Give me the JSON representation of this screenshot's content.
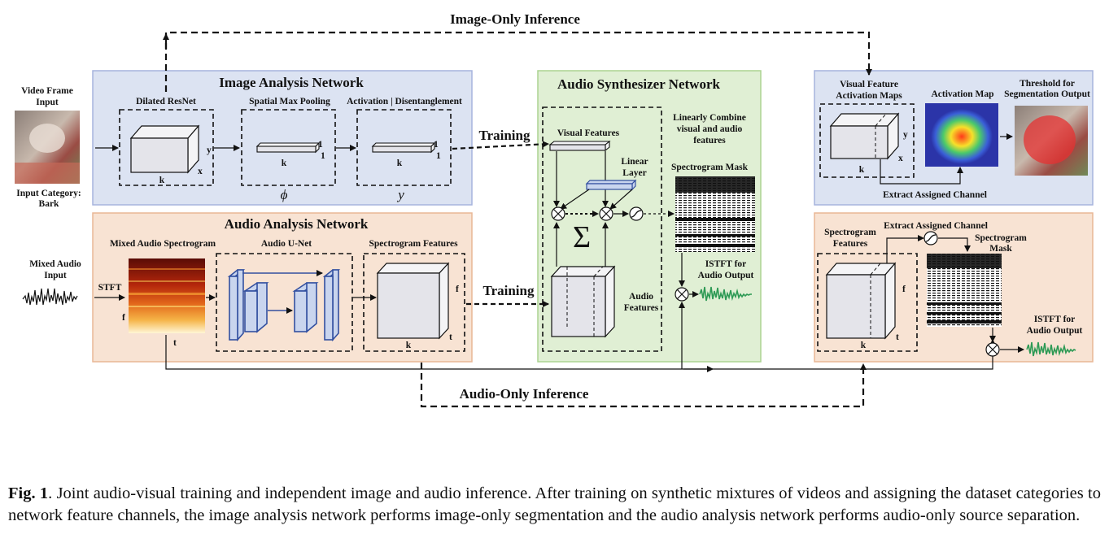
{
  "figure": {
    "inference_top": "Image-Only Inference",
    "inference_bottom": "Audio-Only Inference",
    "training": "Training",
    "image_net": {
      "title": "Image Analysis Network",
      "input_label_1": "Video Frame",
      "input_label_2": "Input",
      "category_1": "Input Category:",
      "category_2": "Bark",
      "resnet": "Dilated ResNet",
      "pooling": "Spatial Max Pooling",
      "activation": "Activation | Disentanglement",
      "phi": "ϕ",
      "gamma": "y",
      "k": "k",
      "x": "x",
      "y": "y",
      "one": "1"
    },
    "audio_net": {
      "title": "Audio Analysis Network",
      "input_label_1": "Mixed Audio",
      "input_label_2": "Input",
      "stft": "STFT",
      "spectrogram": "Mixed Audio Spectrogram",
      "unet": "Audio U-Net",
      "features": "Spectrogram Features",
      "f": "f",
      "t": "t",
      "k": "k"
    },
    "synth_net": {
      "title": "Audio Synthesizer Network",
      "visual_features": "Visual Features",
      "linear_1": "Linear",
      "linear_2": "Layer",
      "combine_1": "Linearly Combine",
      "combine_2": "visual and audio",
      "combine_3": "features",
      "mask": "Spectrogram Mask",
      "istft_1": "ISTFT for",
      "istft_2": "Audio Output",
      "audio_feat_1": "Audio",
      "audio_feat_2": "Features",
      "sigma": "Σ"
    },
    "image_out": {
      "vfam_1": "Visual Feature",
      "vfam_2": "Activation Maps",
      "act_map": "Activation Map",
      "threshold_1": "Threshold for",
      "threshold_2": "Segmentation Output",
      "extract": "Extract Assigned Channel",
      "k": "k",
      "x": "x",
      "y": "y"
    },
    "audio_out": {
      "spec_feat_1": "Spectrogram",
      "spec_feat_2": "Features",
      "extract": "Extract Assigned Channel",
      "mask_1": "Spectrogram",
      "mask_2": "Mask",
      "istft_1": "ISTFT for",
      "istft_2": "Audio Output",
      "f": "f",
      "t": "t",
      "k": "k"
    },
    "colors": {
      "image_panel": "#dce3f2",
      "image_border": "#a6b4dd",
      "audio_panel": "#f8e3d3",
      "audio_border": "#e9b795",
      "synth_panel": "#e0efd4",
      "synth_border": "#acd391",
      "cube_face": "#e4e4ea",
      "cube_side": "#f4f4f6",
      "blue_block": "#c9d5ee",
      "blue_stroke": "#3350a0",
      "wave": "#2e9a55"
    }
  },
  "caption": {
    "label": "Fig. 1",
    "text": ". Joint audio-visual training and independent image and audio inference. After training on synthetic mixtures of videos and assigning the dataset categories to network feature channels, the image analysis network performs image-only segmentation and the audio analysis network performs audio-only source separation."
  }
}
